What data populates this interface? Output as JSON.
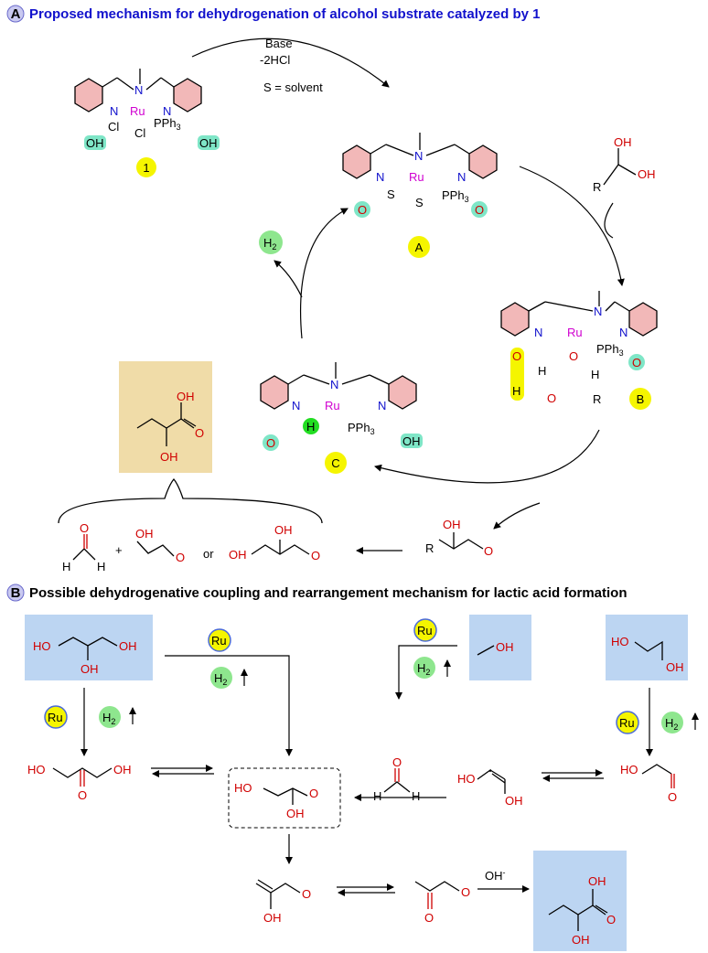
{
  "panel_a": {
    "badge": "A",
    "title": "Proposed mechanism for dehydrogenation of alcohol substrate catalyzed by 1",
    "conditions": [
      "Base",
      "-2HCl",
      "S = solvent"
    ],
    "complex_labels": {
      "c1": "1",
      "cA": "A",
      "cB": "B",
      "cC": "C"
    },
    "atoms": {
      "N": "N",
      "Ru": "Ru",
      "Cl": "Cl",
      "PPh3": "PPh",
      "sub3": "3",
      "OH": "OH",
      "O": "O",
      "S": "S",
      "H": "H",
      "R": "R",
      "plus": "+",
      "or": "or"
    },
    "h2": "H",
    "h2_sub": "2"
  },
  "panel_b": {
    "badge": "B",
    "title": "Possible dehydrogenative coupling and rearrangement mechanism for lactic acid formation",
    "ru": "Ru",
    "h2": "H",
    "h2_sub": "2",
    "oh_minus": "OH",
    "minus": "-",
    "atoms": {
      "HO": "HO",
      "OH": "OH",
      "O": "O",
      "H": "H"
    }
  },
  "colors": {
    "blue_box": "#bcd5f2",
    "tan_box": "#f0dca8",
    "teal": "#7fe6c7",
    "pink_ring": "#f2b8b8",
    "yellow": "#f5f500",
    "green": "#8ee68e",
    "bright_green": "#22dd22",
    "magenta": "#d000d0",
    "header_blue": "#1111cc"
  }
}
